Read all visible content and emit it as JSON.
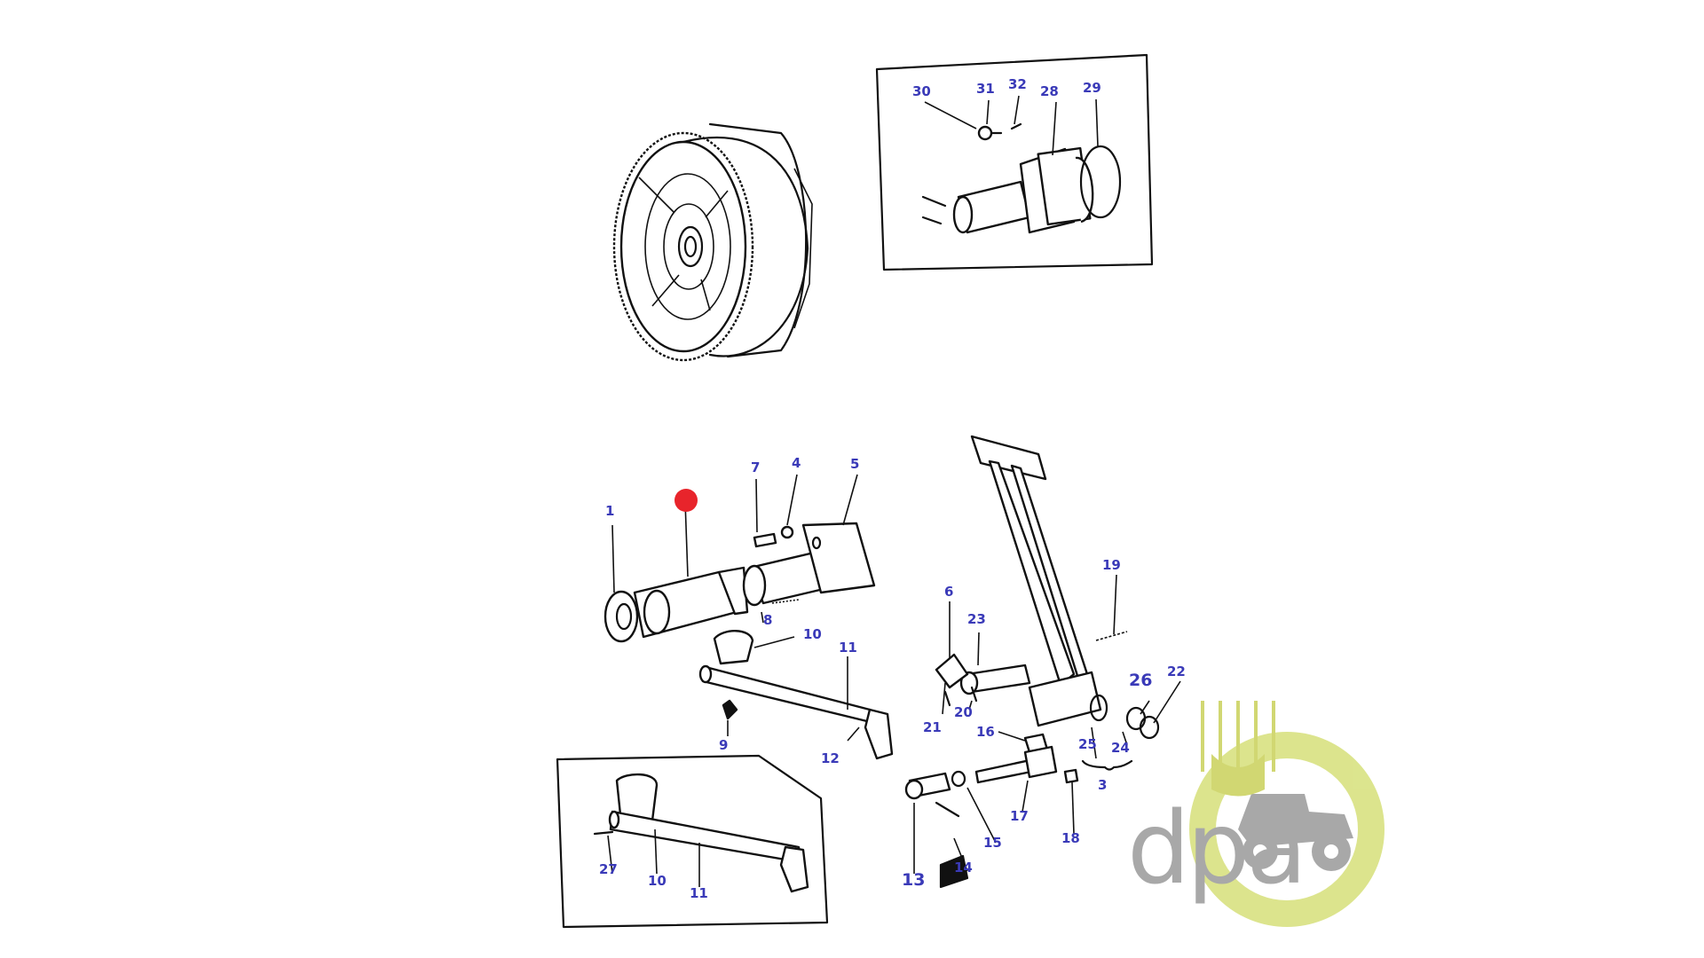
{
  "callouts": [
    {
      "id": "1",
      "label": "1"
    },
    {
      "id": "4",
      "label": "4"
    },
    {
      "id": "5",
      "label": "5"
    },
    {
      "id": "7",
      "label": "7"
    },
    {
      "id": "8",
      "label": "8"
    },
    {
      "id": "9",
      "label": "9"
    },
    {
      "id": "10a",
      "label": "10"
    },
    {
      "id": "10b",
      "label": "10"
    },
    {
      "id": "11a",
      "label": "11"
    },
    {
      "id": "11b",
      "label": "11"
    },
    {
      "id": "12",
      "label": "12"
    },
    {
      "id": "13",
      "label": "13"
    },
    {
      "id": "14",
      "label": "14"
    },
    {
      "id": "15",
      "label": "15"
    },
    {
      "id": "16",
      "label": "16"
    },
    {
      "id": "17",
      "label": "17"
    },
    {
      "id": "18",
      "label": "18"
    },
    {
      "id": "19",
      "label": "19"
    },
    {
      "id": "20",
      "label": "20"
    },
    {
      "id": "21",
      "label": "21"
    },
    {
      "id": "22",
      "label": "22"
    },
    {
      "id": "23",
      "label": "23"
    },
    {
      "id": "24",
      "label": "24"
    },
    {
      "id": "25",
      "label": "25"
    },
    {
      "id": "26",
      "label": "26"
    },
    {
      "id": "27",
      "label": "27"
    },
    {
      "id": "28",
      "label": "28"
    },
    {
      "id": "29",
      "label": "29"
    },
    {
      "id": "30",
      "label": "30"
    },
    {
      "id": "31",
      "label": "31"
    },
    {
      "id": "32",
      "label": "32"
    },
    {
      "id": "3",
      "label": "3"
    },
    {
      "id": "6",
      "label": "6"
    }
  ],
  "highlight_color": "#e8242b",
  "logo": {
    "text": "dpa",
    "gear_color": "#d6e07a",
    "wheat_color": "#c9d15a",
    "text_color": "#9a9a9a"
  }
}
